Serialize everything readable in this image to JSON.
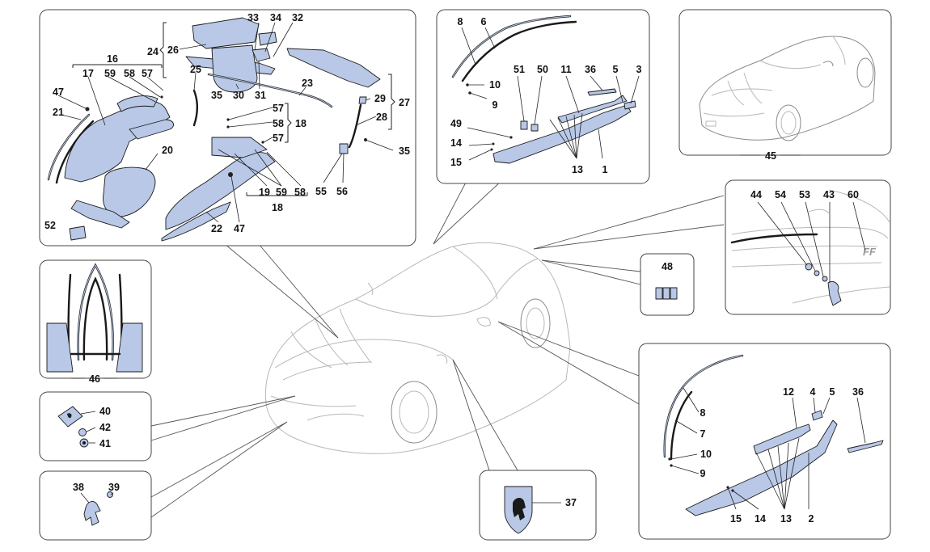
{
  "labels": {
    "l1": "1",
    "l2": "2",
    "l3": "3",
    "l4": "4",
    "l5a": "5",
    "l5b": "5",
    "l6": "6",
    "l7": "7",
    "l8a": "8",
    "l8b": "8",
    "l9a": "9",
    "l9b": "9",
    "l10a": "10",
    "l10b": "10",
    "l11": "11",
    "l12": "12",
    "l13a": "13",
    "l13b": "13",
    "l14a": "14",
    "l14b": "14",
    "l15a": "15",
    "l15b": "15",
    "l16": "16",
    "l17": "17",
    "l18a": "18",
    "l18b": "18",
    "l19": "19",
    "l20": "20",
    "l21": "21",
    "l22": "22",
    "l23": "23",
    "l24": "24",
    "l25": "25",
    "l26": "26",
    "l27": "27",
    "l28": "28",
    "l29": "29",
    "l30": "30",
    "l31": "31",
    "l32": "32",
    "l33": "33",
    "l34": "34",
    "l35a": "35",
    "l35b": "35",
    "l36a": "36",
    "l36b": "36",
    "l37": "37",
    "l38": "38",
    "l39": "39",
    "l40": "40",
    "l41": "41",
    "l42": "42",
    "l43": "43",
    "l44": "44",
    "l45": "45",
    "l46": "46",
    "l47a": "47",
    "l47b": "47",
    "l48": "48",
    "l49": "49",
    "l50": "50",
    "l51": "51",
    "l52": "52",
    "l53": "53",
    "l54": "54",
    "l55": "55",
    "l56": "56",
    "l57a": "57",
    "l57b": "57",
    "l57c": "57",
    "l58a": "58",
    "l58b": "58",
    "l58c": "58",
    "l59a": "59",
    "l59b": "59",
    "l60": "60"
  },
  "badge_text": "FF",
  "colors": {
    "part_fill": "#b8c8e6",
    "outline": "#1a1a1a",
    "car_line": "#b8b8b8"
  },
  "icons": [
    "ferrari-horse-emblem",
    "ferrari-shield-emblem",
    "prancing-horse-badge"
  ]
}
